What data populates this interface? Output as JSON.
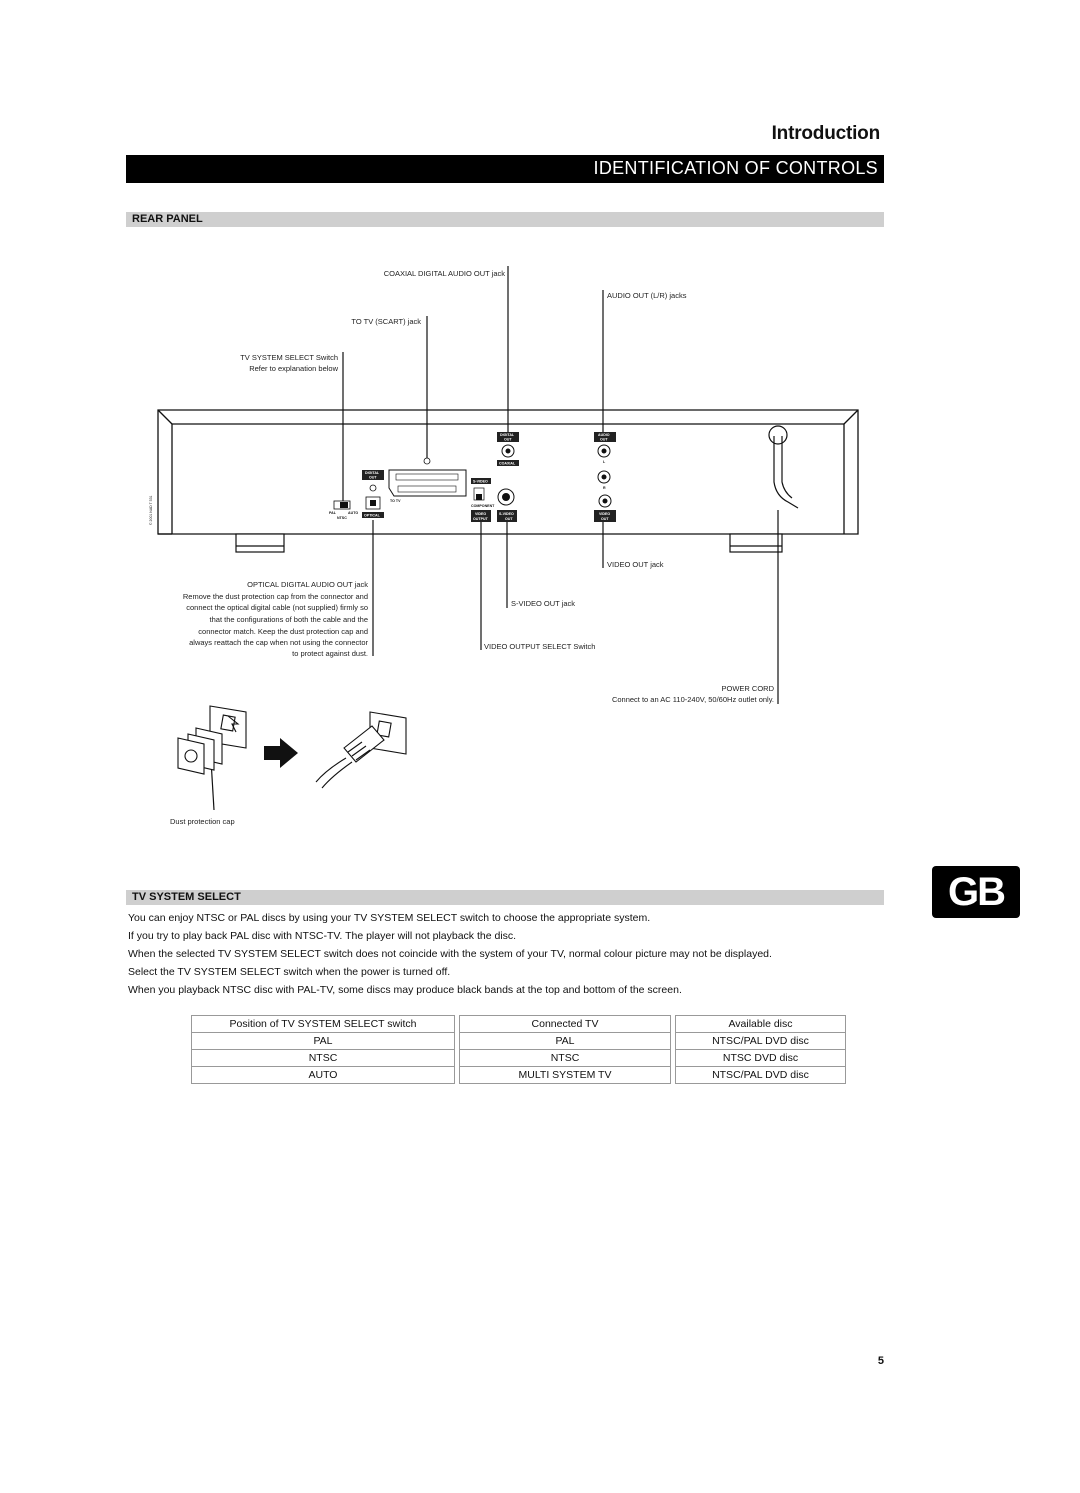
{
  "header": {
    "chapter": "Introduction",
    "section": "IDENTIFICATION OF CONTROLS"
  },
  "rear_panel": {
    "heading": "REAR PANEL",
    "callouts": {
      "coaxial": "COAXIAL DIGITAL AUDIO OUT jack",
      "audio_out": "AUDIO OUT (L/R) jacks",
      "scart": "TO TV (SCART) jack",
      "tv_system_1": "TV SYSTEM SELECT Switch",
      "tv_system_2": "Refer to explanation below",
      "optical_title": "OPTICAL DIGITAL AUDIO OUT jack",
      "optical_notes": [
        "Remove the dust protection cap from the connector and",
        "connect the optical digital cable (not supplied) firmly so",
        "that the configurations of both the cable and the",
        "connector match. Keep the dust protection cap and",
        "always reattach the cap when not using the connector",
        "to protect against dust."
      ],
      "video_out": "VIDEO OUT jack",
      "svideo_out": "S-VIDEO OUT jack",
      "video_output_select": "VIDEO OUTPUT SELECT Switch",
      "power_cord": "POWER CORD",
      "power_cord_note": "Connect to an AC 110-240V, 50/60Hz outlet only.",
      "dust_cap": "Dust protection cap"
    },
    "panel_labels": {
      "digital_out": [
        "DIGITAL",
        "OUT"
      ],
      "coaxial": "COAXIAL",
      "audio_out": [
        "AUDIO",
        "OUT"
      ],
      "l": "L",
      "r": "R",
      "video_out": [
        "VIDEO",
        "OUT"
      ],
      "optical_digital": [
        "DIGITAL",
        "OUT"
      ],
      "optical": "OPTICAL",
      "to_tv": "TO TV",
      "svideo": "S-VIDEO",
      "component": "COMPONENT",
      "video_output": [
        "VIDEO",
        "OUTPUT"
      ],
      "svideo_out": [
        "S-VIDEO",
        "OUT"
      ],
      "pal": "PAL",
      "auto": "AUTO",
      "ntsc": "NTSC"
    }
  },
  "tv_system_select": {
    "heading": "TV SYSTEM SELECT",
    "paragraphs": [
      "You can enjoy NTSC or PAL discs by using your TV SYSTEM SELECT switch to choose the appropriate system.",
      "If you try to play back PAL disc with NTSC-TV. The player will not playback the disc.",
      "When the selected TV SYSTEM SELECT switch does not coincide with the system of your TV, normal colour picture may not be displayed.",
      "Select the TV SYSTEM SELECT switch when the power is turned off.",
      "When you playback NTSC disc with PAL-TV, some discs may produce black bands at the top and bottom of the screen."
    ],
    "table": {
      "headers": [
        "Position of TV SYSTEM SELECT switch",
        "Connected TV",
        "Available disc"
      ],
      "rows": [
        [
          "PAL",
          "PAL",
          "NTSC/PAL DVD disc"
        ],
        [
          "NTSC",
          "NTSC",
          "NTSC DVD disc"
        ],
        [
          "AUTO",
          "MULTI SYSTEM TV",
          "NTSC/PAL DVD disc"
        ]
      ]
    }
  },
  "badge": "GB",
  "page_number": "5"
}
